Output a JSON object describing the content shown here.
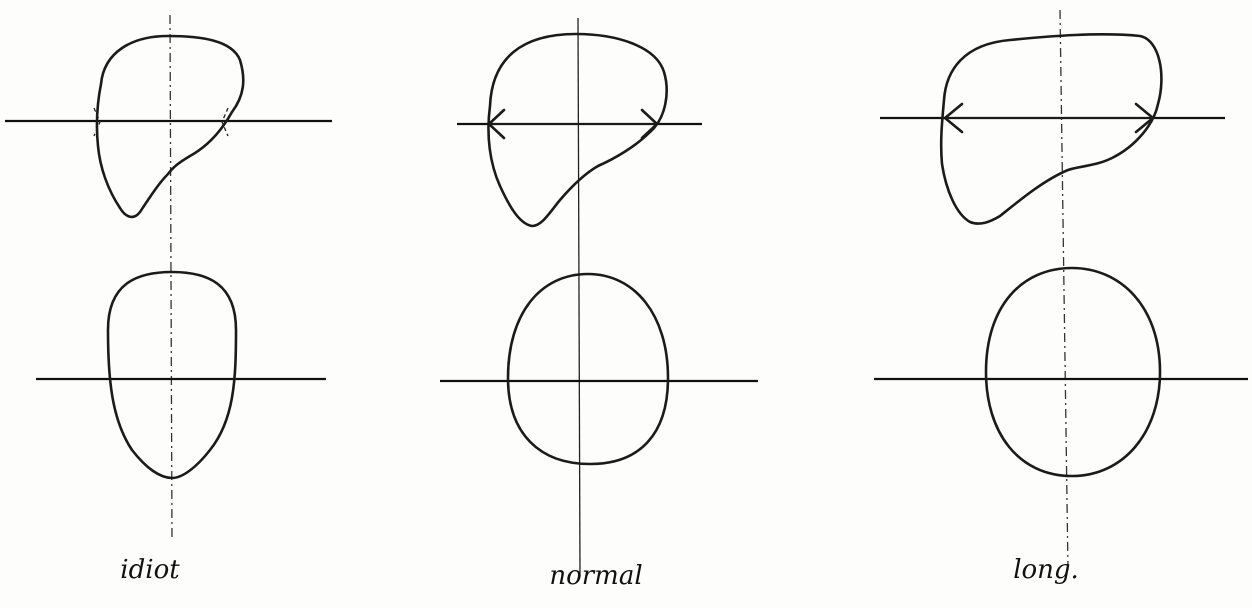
{
  "labels": {
    "left": "idiot",
    "center": "normal",
    "right": "long."
  },
  "colors": {
    "ink": "#1b1b1b",
    "paper": "#fdfdfb"
  }
}
